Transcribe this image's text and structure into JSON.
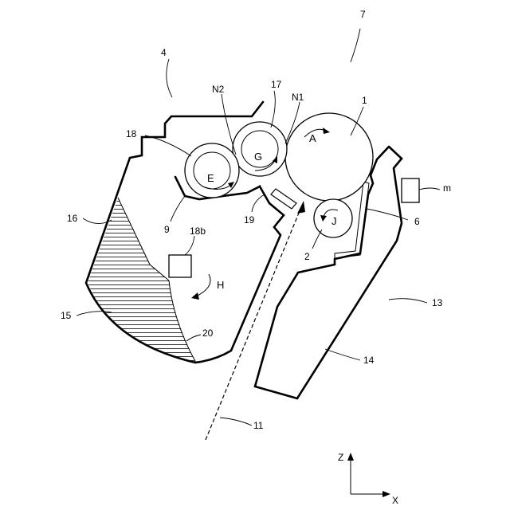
{
  "labels": {
    "n7": "7",
    "n4": "4",
    "n2n": "N2",
    "n17": "17",
    "n1n": "N1",
    "n1": "1",
    "n18": "18",
    "n16": "16",
    "n9": "9",
    "n19": "19",
    "n18b": "18b",
    "n15": "15",
    "n20": "20",
    "nm": "m",
    "n6": "6",
    "n2": "2",
    "n13": "13",
    "n14": "14",
    "n11": "11"
  },
  "rollers": {
    "A": "A",
    "G": "G",
    "E": "E",
    "J": "J"
  },
  "arrows": {
    "H": "H"
  },
  "axes": {
    "z": "Z",
    "x": "X"
  }
}
